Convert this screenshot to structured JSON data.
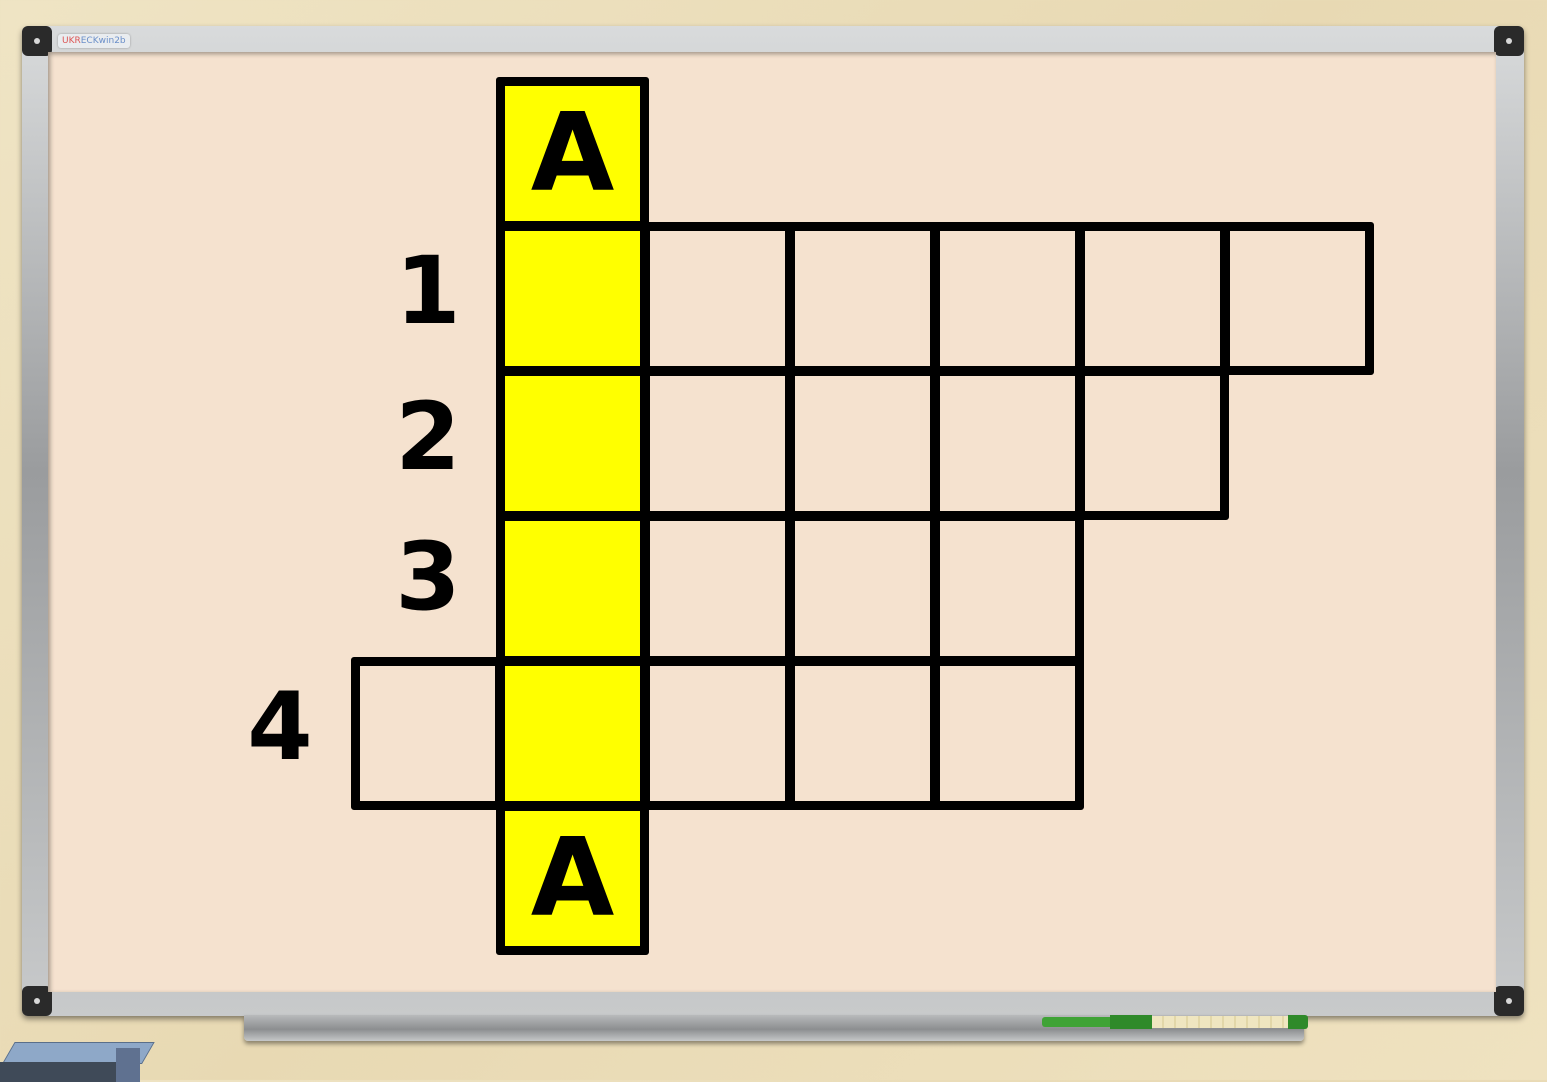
{
  "board": {
    "brand_label_a": "UKR",
    "brand_label_b": "ECKwin2b"
  },
  "crossword": {
    "keyword_cells": [
      {
        "letter": "А",
        "filled": true
      },
      {
        "letter": "",
        "filled": false
      },
      {
        "letter": "",
        "filled": false
      },
      {
        "letter": "",
        "filled": false
      },
      {
        "letter": "",
        "filled": false
      },
      {
        "letter": "А",
        "filled": true
      }
    ],
    "rows": [
      {
        "number": "1",
        "cells_left_of_key": 0,
        "cells_right_of_key": 5
      },
      {
        "number": "2",
        "cells_left_of_key": 0,
        "cells_right_of_key": 4
      },
      {
        "number": "3",
        "cells_left_of_key": 0,
        "cells_right_of_key": 3
      },
      {
        "number": "4",
        "cells_left_of_key": 1,
        "cells_right_of_key": 3
      }
    ],
    "key_color": "#ffff00",
    "board_color": "#f5e2cf"
  }
}
